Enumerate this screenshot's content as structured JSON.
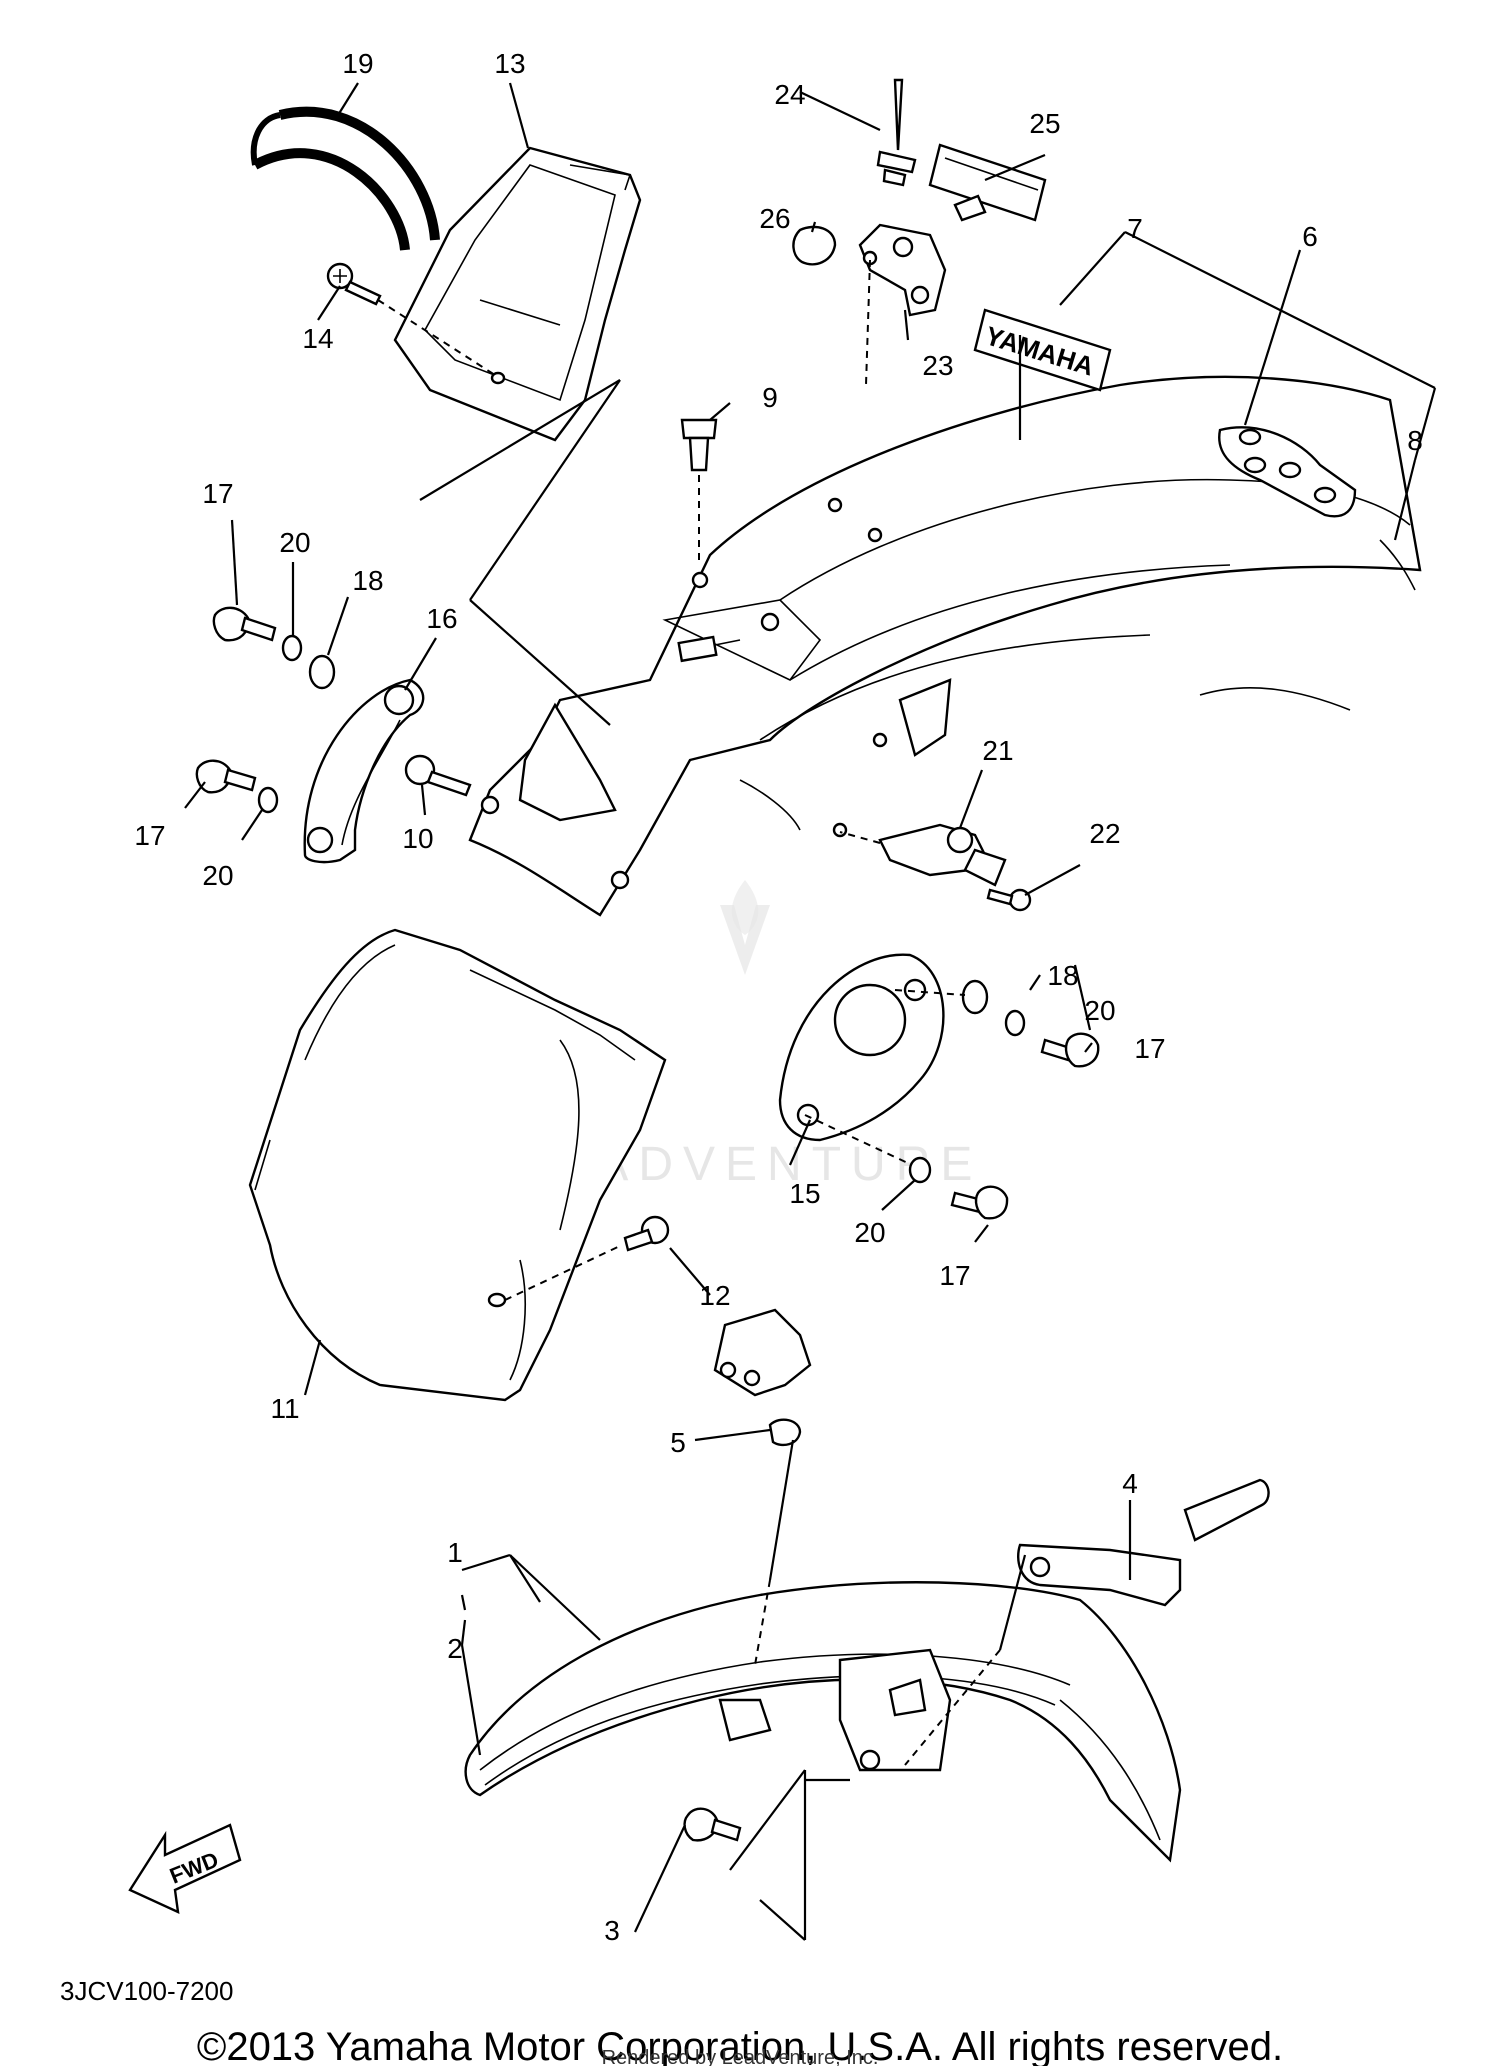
{
  "diagram": {
    "part_numbers": [
      "1",
      "2",
      "3",
      "4",
      "5",
      "6",
      "7",
      "8",
      "9",
      "10",
      "11",
      "12",
      "13",
      "14",
      "15",
      "16",
      "17",
      "18",
      "19",
      "20",
      "21",
      "22",
      "23",
      "24",
      "25",
      "26"
    ],
    "callouts": {
      "c1": "1",
      "c2": "2",
      "c3": "3",
      "c4": "4",
      "c5": "5",
      "c6": "6",
      "c7": "7",
      "c8": "8",
      "c9": "9",
      "c10": "10",
      "c11": "11",
      "c12": "12",
      "c13": "13",
      "c14": "14",
      "c15": "15",
      "c16": "16",
      "c17a": "17",
      "c17b": "17",
      "c17c": "17",
      "c17d": "17",
      "c18a": "18",
      "c18b": "18",
      "c19": "19",
      "c20a": "20",
      "c20b": "20",
      "c20c": "20",
      "c20d": "20",
      "c21": "21",
      "c22": "22",
      "c23": "23",
      "c24": "24",
      "c25": "25",
      "c26": "26"
    },
    "decal_text": "YAMAHA",
    "fwd_label": "FWD",
    "diagram_code": "3JCV100-7200",
    "watermark": "LEADVENTURE",
    "copyright": "©2013 Yamaha Motor Corporation, U.S.A. All rights reserved.",
    "rendered_by": "Rendered by LeadVenture, Inc."
  }
}
